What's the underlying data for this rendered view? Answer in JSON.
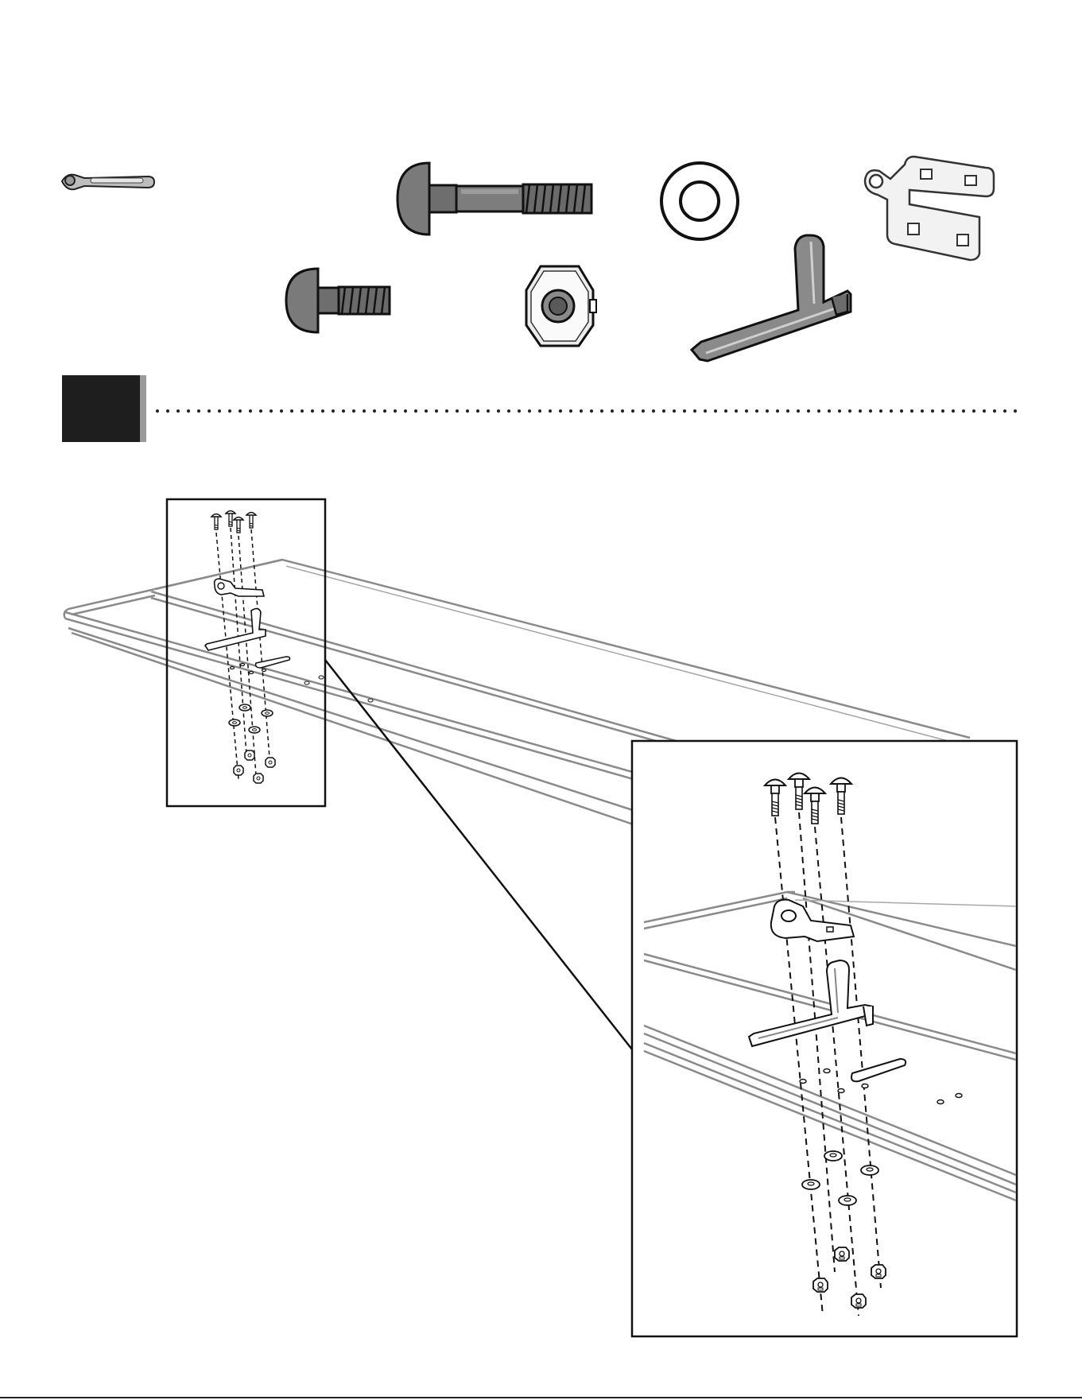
{
  "page": {
    "colors": {
      "ink": "#1a1a1a",
      "part_fill": "#7a7a7a",
      "part_dark": "#4a4a4a",
      "part_light": "#b0b0b0",
      "panel_edge": "#8a8a8a",
      "step_badge": "#1e1e1e",
      "step_badge_shade": "#9a9a9a"
    }
  },
  "hardware": {
    "items": [
      {
        "id": "ratchet",
        "icon": "ratchet-wrench-icon"
      },
      {
        "id": "long-carriage-bolt",
        "icon": "long-carriage-bolt-icon"
      },
      {
        "id": "flat-washer",
        "icon": "flat-washer-icon"
      },
      {
        "id": "hinge-bracket",
        "icon": "hinge-bracket-icon"
      },
      {
        "id": "short-carriage-bolt",
        "icon": "short-carriage-bolt-icon"
      },
      {
        "id": "hex-nut",
        "icon": "hex-nut-icon"
      },
      {
        "id": "l-bracket",
        "icon": "l-bracket-icon"
      }
    ]
  },
  "step": {
    "number": "",
    "divider_style": "dotted"
  },
  "diagram": {
    "overview_fasteners": {
      "bolts": 4,
      "washers": 4,
      "nuts": 4
    },
    "detail_fasteners": {
      "bolts": 4,
      "washers": 4,
      "nuts": 4
    }
  }
}
